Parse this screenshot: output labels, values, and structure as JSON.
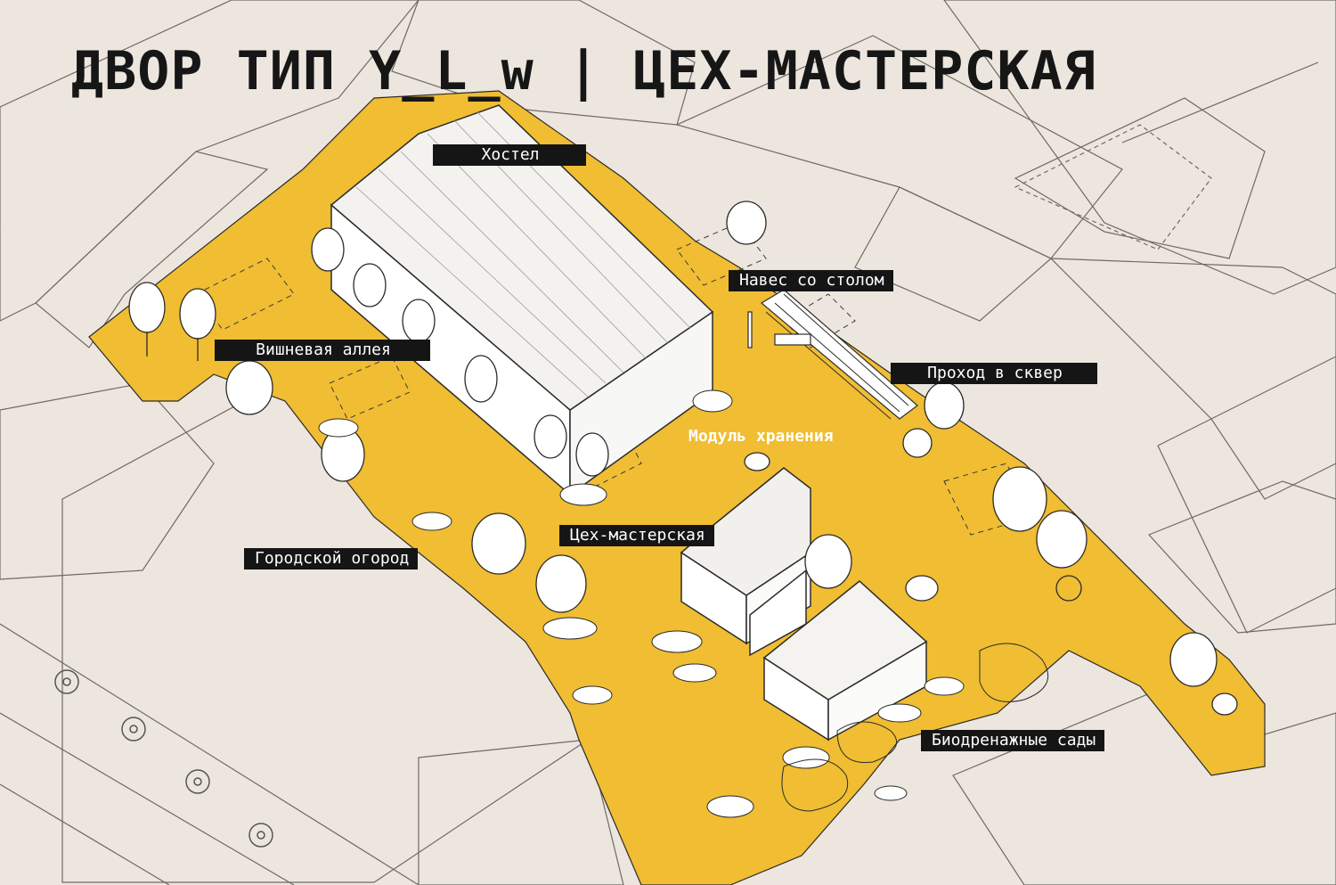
{
  "title": "ДВОР ТИП Y_L_w | ЦЕХ-МАСТЕРСКАЯ",
  "colors": {
    "background": "#ece6de",
    "yard": "#f0bd33",
    "line": "#2b2b2b",
    "label_bg": "#151515",
    "label_text": "#ffffff"
  },
  "labels": {
    "hostel": "Хостел",
    "canopy": "Навес со столом",
    "cherry_alley": "Вишневая аллея",
    "passage": "Проход в сквер",
    "storage_module": "Модуль хранения",
    "workshop": "Цех-мастерская",
    "city_garden": "Городской огород",
    "bio_gardens": "Биодренажные сады"
  }
}
